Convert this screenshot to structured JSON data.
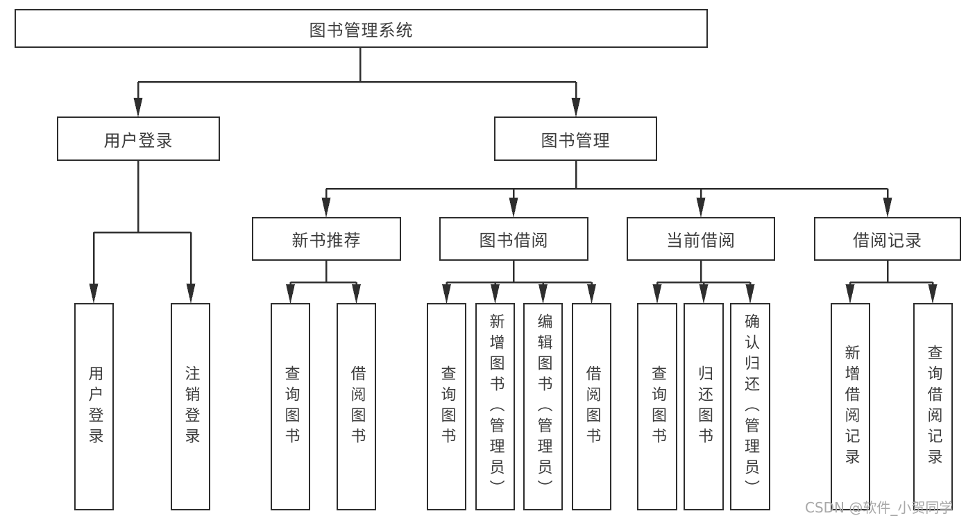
{
  "tree": {
    "root": {
      "label": "图书管理系统"
    },
    "branches": [
      {
        "label": "用户登录",
        "leaves": [
          {
            "label": "用户登录"
          },
          {
            "label": "注销登录"
          }
        ]
      },
      {
        "label": "图书管理",
        "children": [
          {
            "label": "新书推荐",
            "leaves": [
              {
                "label": "查询图书"
              },
              {
                "label": "借阅图书"
              }
            ]
          },
          {
            "label": "图书借阅",
            "leaves": [
              {
                "label": "查询图书"
              },
              {
                "label": "新增图书（管理员）"
              },
              {
                "label": "编辑图书（管理员）"
              },
              {
                "label": "借阅图书"
              }
            ]
          },
          {
            "label": "当前借阅",
            "leaves": [
              {
                "label": "查询图书"
              },
              {
                "label": "归还图书"
              },
              {
                "label": "确认归还（管理员）"
              }
            ]
          },
          {
            "label": "借阅记录",
            "leaves": [
              {
                "label": "新增借阅记录"
              },
              {
                "label": "查询借阅记录"
              }
            ]
          }
        ]
      }
    ]
  },
  "watermark": {
    "text": "CSDN @软件_小贺同学"
  },
  "colors": {
    "background": "#ffffff",
    "line": "#2e2e2e",
    "box_border": "#2d2d2d",
    "box_bg": "#ffffff",
    "text": "#3c3c3c",
    "watermark": "#a8a8a8"
  }
}
